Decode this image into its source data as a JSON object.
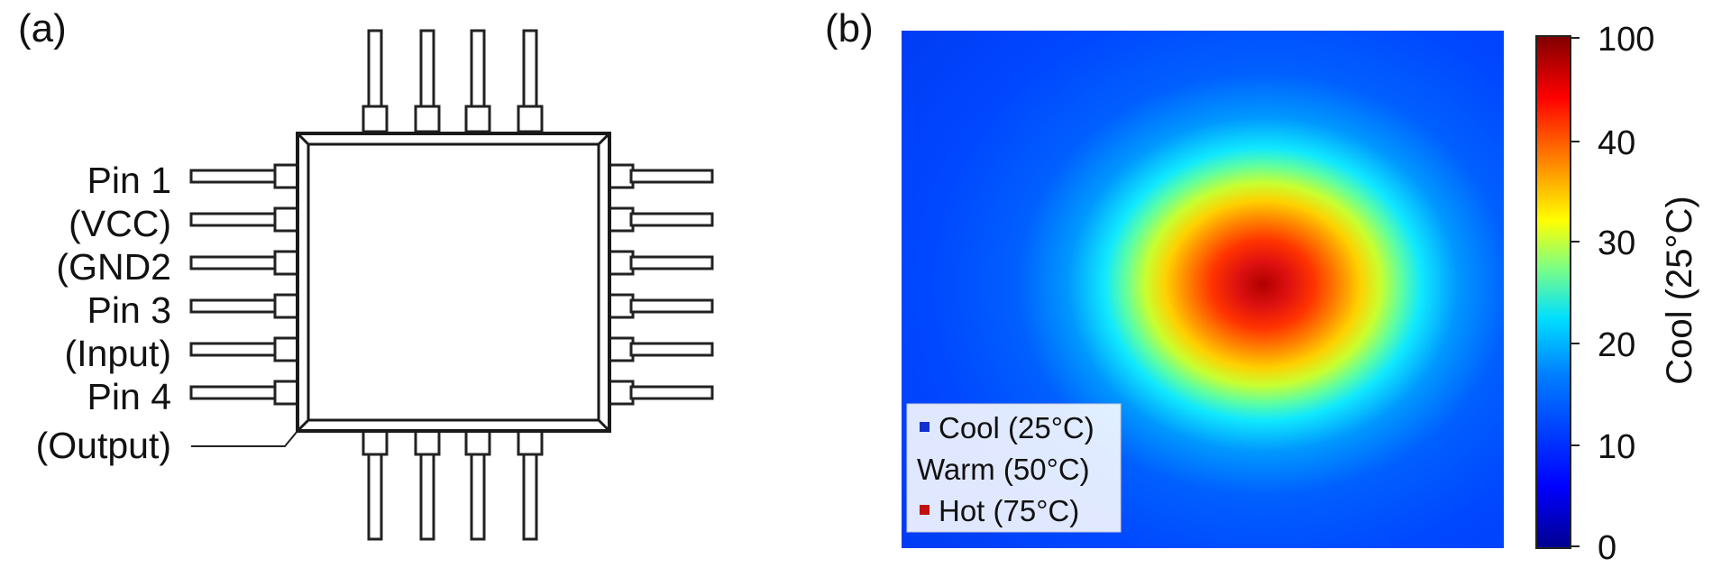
{
  "panel_a": {
    "label": "(a)",
    "pin_labels": [
      "Pin 1",
      "(VCC)",
      "(GND2",
      "Pin 3",
      "(Input)",
      "Pin 4",
      "(Output)"
    ]
  },
  "panel_b": {
    "label": "(b)",
    "heatmap": {
      "colormap": "jet",
      "hotspot_center_fraction": [
        0.6,
        0.49
      ],
      "background_color": "#0046ff",
      "center_color": "#c80a0a"
    },
    "colorbar": {
      "title": "Cool (25°C)",
      "ticks": [
        "100",
        "40",
        "30",
        "20",
        "10",
        "0"
      ]
    },
    "legend": {
      "items": [
        {
          "label": "Cool (25°C)",
          "color": "#1030d0"
        },
        {
          "label": "Warm (50°C)",
          "color": ""
        },
        {
          "label": "Hot (75°C)",
          "color": "#c01010"
        }
      ]
    }
  }
}
